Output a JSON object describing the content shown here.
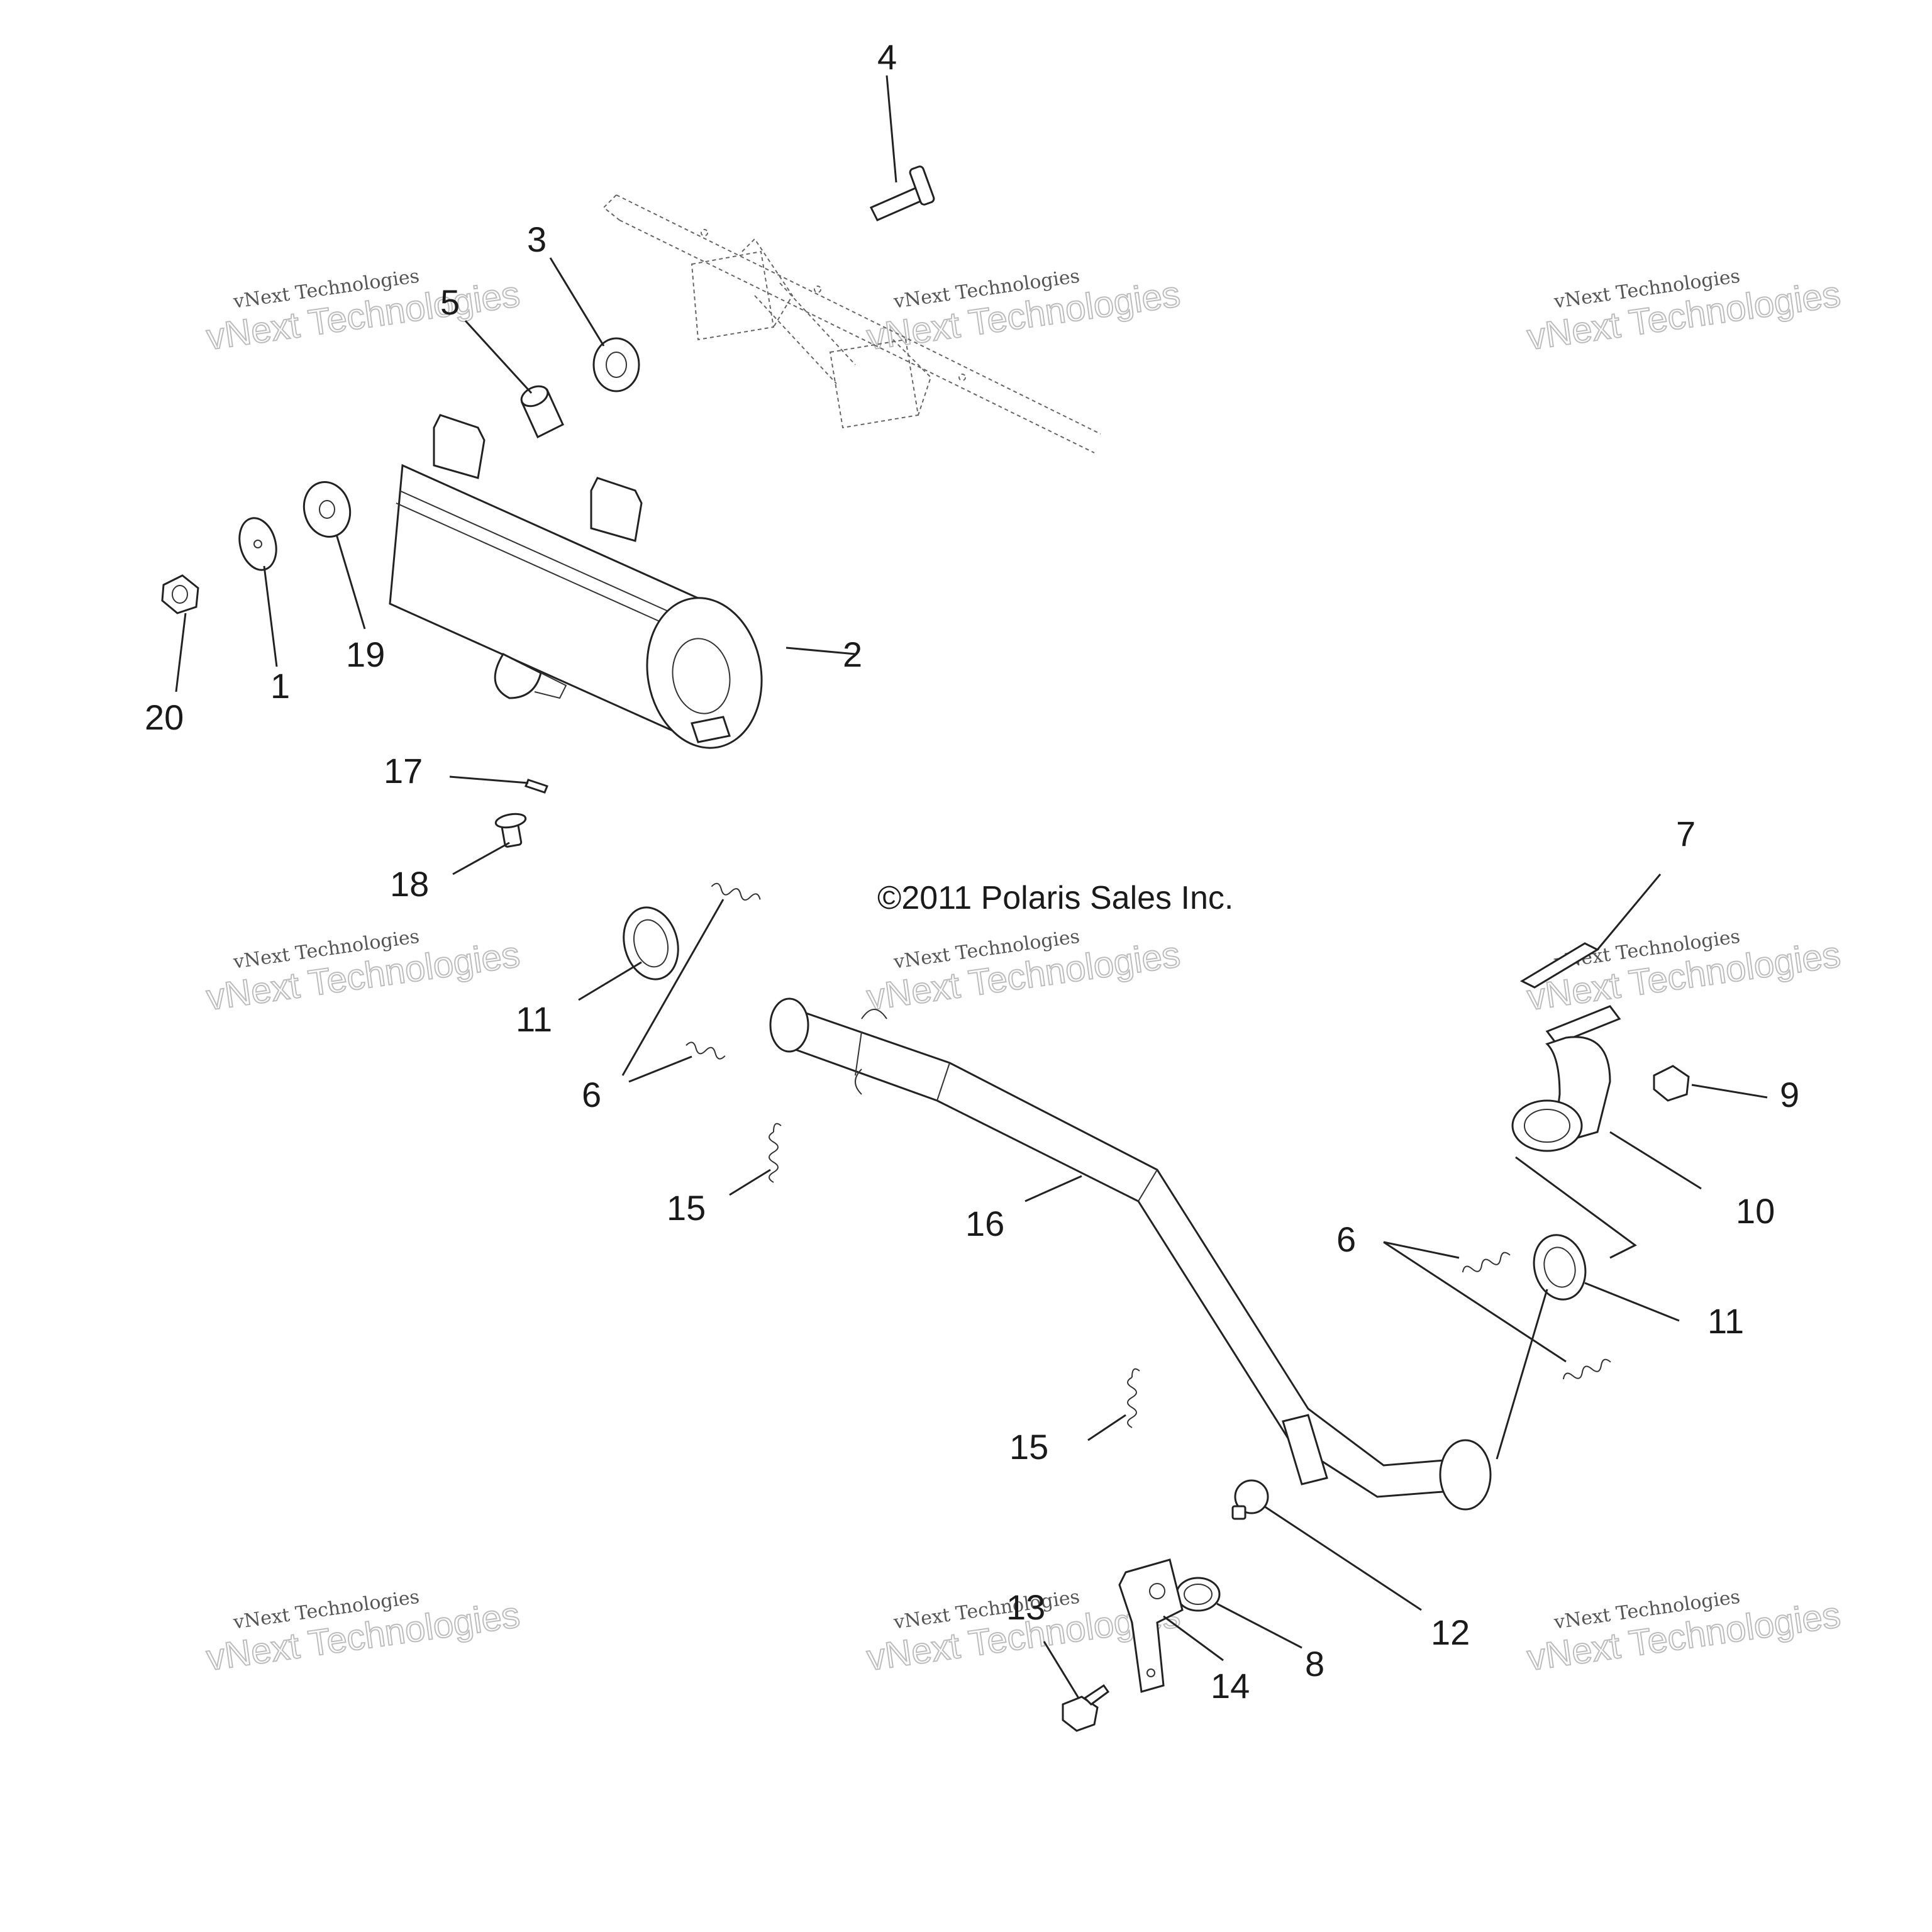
{
  "copyright": "©2011 Polaris Sales Inc.",
  "watermark": {
    "line1": "vNext Technologies",
    "line2": "vNext Technologies"
  },
  "callouts": [
    {
      "key": "c1",
      "label": "1"
    },
    {
      "key": "c2",
      "label": "2"
    },
    {
      "key": "c3",
      "label": "3"
    },
    {
      "key": "c4",
      "label": "4"
    },
    {
      "key": "c5",
      "label": "5"
    },
    {
      "key": "c6a",
      "label": "6"
    },
    {
      "key": "c6b",
      "label": "6"
    },
    {
      "key": "c7",
      "label": "7"
    },
    {
      "key": "c8",
      "label": "8"
    },
    {
      "key": "c9",
      "label": "9"
    },
    {
      "key": "c10",
      "label": "10"
    },
    {
      "key": "c11a",
      "label": "11"
    },
    {
      "key": "c11b",
      "label": "11"
    },
    {
      "key": "c12",
      "label": "12"
    },
    {
      "key": "c13",
      "label": "13"
    },
    {
      "key": "c14",
      "label": "14"
    },
    {
      "key": "c15a",
      "label": "15"
    },
    {
      "key": "c15b",
      "label": "15"
    },
    {
      "key": "c16",
      "label": "16"
    },
    {
      "key": "c17",
      "label": "17"
    },
    {
      "key": "c18",
      "label": "18"
    },
    {
      "key": "c19",
      "label": "19"
    },
    {
      "key": "c20",
      "label": "20"
    }
  ]
}
